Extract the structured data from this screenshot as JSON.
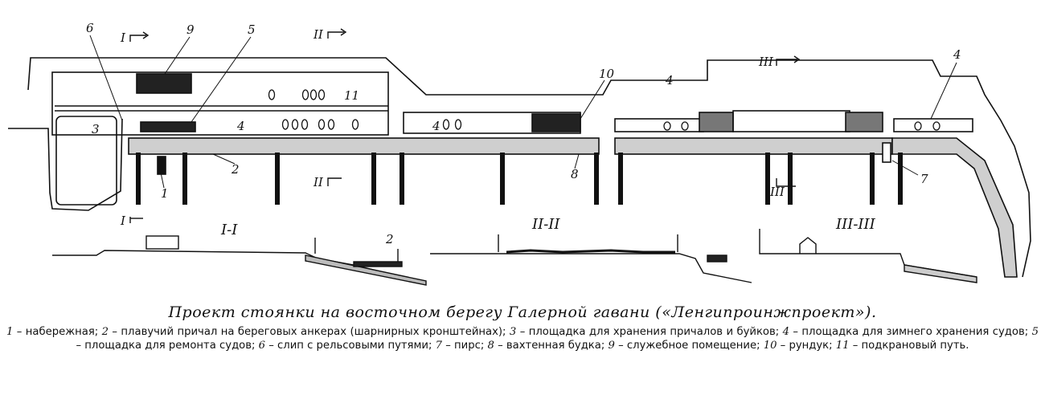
{
  "labels": {
    "n1": "1",
    "n2": "2",
    "n3": "3",
    "n4": "4",
    "n5": "5",
    "n6": "6",
    "n7": "7",
    "n8": "8",
    "n9": "9",
    "n10": "10",
    "n11": "11",
    "cut_I": "I",
    "cut_II": "II",
    "cut_III": "III"
  },
  "sections": {
    "s1": "I-I",
    "s2": "II-II",
    "s3": "III-III"
  },
  "caption": "Проект стоянки на восточном берегу Галерной гавани («Ленгипроинжпроект»).",
  "legend": [
    {
      "num": "1",
      "text": "набережная;"
    },
    {
      "num": "2",
      "text": "плавучий причал на береговых анкерах (шарнирных кронштейнах);"
    },
    {
      "num": "3",
      "text": "площадка для хранения причалов и буйков;"
    },
    {
      "num": "4",
      "text": "площадка для зимнего хранения судов;"
    },
    {
      "num": "5",
      "text": "площадка для ремонта судов;"
    },
    {
      "num": "6",
      "text": "слип с рельсовыми путями;"
    },
    {
      "num": "7",
      "text": "пирс;"
    },
    {
      "num": "8",
      "text": "вахтенная будка;"
    },
    {
      "num": "9",
      "text": "служебное помещение;"
    },
    {
      "num": "10",
      "text": "рундук;"
    },
    {
      "num": "11",
      "text": "подкрановый путь."
    }
  ]
}
